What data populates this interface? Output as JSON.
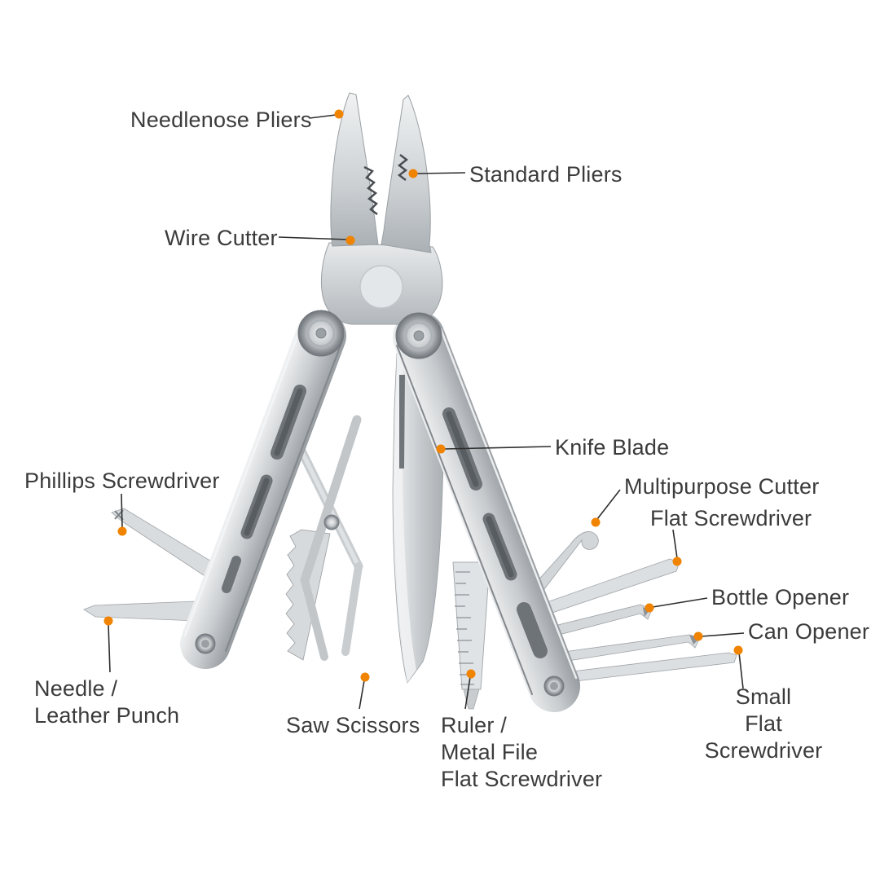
{
  "colors": {
    "accent_dot": "#f08300",
    "leader_line": "#2e2e2e",
    "label_text": "#3b3b3b",
    "background": "#ffffff"
  },
  "labels": {
    "needlenose_pliers": {
      "text": "Needlenose Pliers"
    },
    "standard_pliers": {
      "text": "Standard Pliers"
    },
    "wire_cutter": {
      "text": "Wire Cutter"
    },
    "knife_blade": {
      "text": "Knife Blade"
    },
    "phillips_screwdriver": {
      "text": "Phillips Screwdriver"
    },
    "multipurpose_cutter": {
      "text": "Multipurpose Cutter"
    },
    "flat_screwdriver": {
      "text": "Flat Screwdriver"
    },
    "bottle_opener": {
      "text": "Bottle Opener"
    },
    "can_opener": {
      "text": "Can Opener"
    },
    "needle_leather_punch": {
      "line1": "Needle /",
      "line2": "Leather Punch"
    },
    "saw_scissors": {
      "text": "Saw Scissors"
    },
    "ruler_metal_file": {
      "line1": "Ruler /",
      "line2": "Metal File",
      "line3": "Flat Screwdriver"
    },
    "small_flat_screwdriver": {
      "line1": "Small",
      "line2": "Flat Screwdriver"
    }
  }
}
